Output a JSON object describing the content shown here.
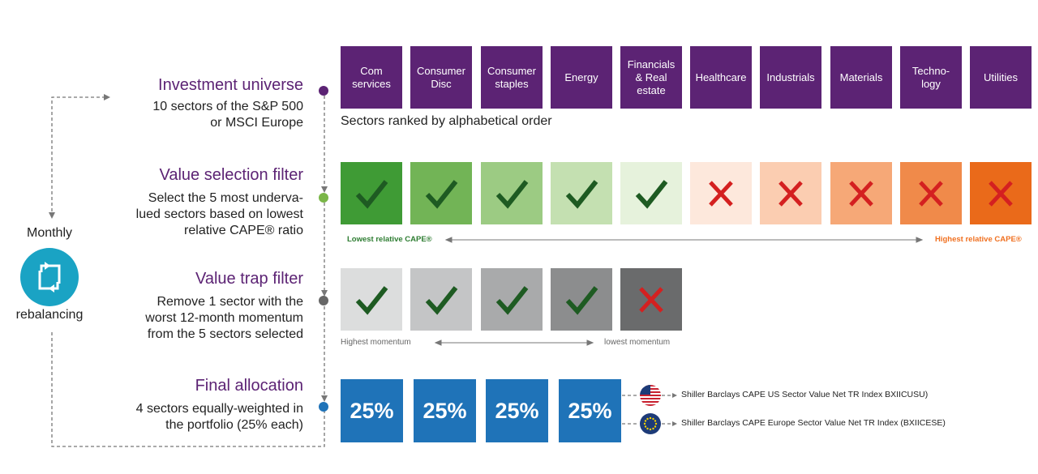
{
  "rebalance": {
    "top_label": "Monthly",
    "bottom_label": "rebalancing",
    "icon": "refresh-cycle-icon"
  },
  "stages": [
    {
      "title": "Investment universe",
      "desc": [
        "10 sectors of the S&P 500",
        "or MSCI Europe"
      ],
      "dot_color": "#5c2374"
    },
    {
      "title": "Value selection filter",
      "desc": [
        "Select the 5 most underva-",
        "lued sectors based on lowest",
        "relative CAPE® ratio"
      ],
      "dot_color": "#7ab648"
    },
    {
      "title": "Value trap filter",
      "desc": [
        "Remove 1 sector with the",
        "worst 12-month momentum",
        "from the 5 sectors selected"
      ],
      "dot_color": "#666666"
    },
    {
      "title": "Final allocation",
      "desc": [
        "4 sectors equally-weighted in",
        "the portfolio (25% each)"
      ],
      "dot_color": "#1f73b8"
    }
  ],
  "sectors": [
    "Com\nservices",
    "Consumer\nDisc",
    "Consumer\nstaples",
    "Energy",
    "Financials\n& Real\nestate",
    "Healthcare",
    "Industrials",
    "Materials",
    "Techno-\nlogy",
    "Utilities"
  ],
  "sectors_note": "Sectors ranked by alphabetical order",
  "value_filter": {
    "cells": [
      {
        "bg": "#3f9b35",
        "mark": "check",
        "mark_color": "#1e5b22"
      },
      {
        "bg": "#72b456",
        "mark": "check",
        "mark_color": "#1e5b22"
      },
      {
        "bg": "#9ccb83",
        "mark": "check",
        "mark_color": "#1e5b22"
      },
      {
        "bg": "#c4e0b1",
        "mark": "check",
        "mark_color": "#1e5b22"
      },
      {
        "bg": "#e6f2dc",
        "mark": "check",
        "mark_color": "#1e5b22"
      },
      {
        "bg": "#fde8dc",
        "mark": "x",
        "mark_color": "#d42020"
      },
      {
        "bg": "#fbcdb1",
        "mark": "x",
        "mark_color": "#d42020"
      },
      {
        "bg": "#f6a877",
        "mark": "x",
        "mark_color": "#d42020"
      },
      {
        "bg": "#f08a4a",
        "mark": "x",
        "mark_color": "#d42020"
      },
      {
        "bg": "#ea6a1a",
        "mark": "x",
        "mark_color": "#d42020"
      }
    ],
    "low_label": "Lowest relative CAPE®",
    "high_label": "Highest relative CAPE®",
    "low_color": "#2e7d32",
    "high_color": "#f07020"
  },
  "trap_filter": {
    "cells": [
      {
        "bg": "#dcdddd",
        "mark": "check",
        "mark_color": "#1e5b22"
      },
      {
        "bg": "#c4c5c6",
        "mark": "check",
        "mark_color": "#1e5b22"
      },
      {
        "bg": "#a9aaab",
        "mark": "check",
        "mark_color": "#1e5b22"
      },
      {
        "bg": "#8c8d8e",
        "mark": "check",
        "mark_color": "#1e5b22"
      },
      {
        "bg": "#6a6b6c",
        "mark": "x",
        "mark_color": "#d42020"
      }
    ],
    "high_label": "Highest momentum",
    "low_label": "lowest momentum"
  },
  "allocation": {
    "weights": [
      "25%",
      "25%",
      "25%",
      "25%"
    ],
    "indices": [
      {
        "flag": "us-flag-icon",
        "label": "Shiller Barclays CAPE US Sector Value Net TR Index BXIICUSU)"
      },
      {
        "flag": "eu-flag-icon",
        "label": "Shiller Barclays CAPE Europe Sector Value Net TR Index (BXIICESE)"
      }
    ]
  }
}
